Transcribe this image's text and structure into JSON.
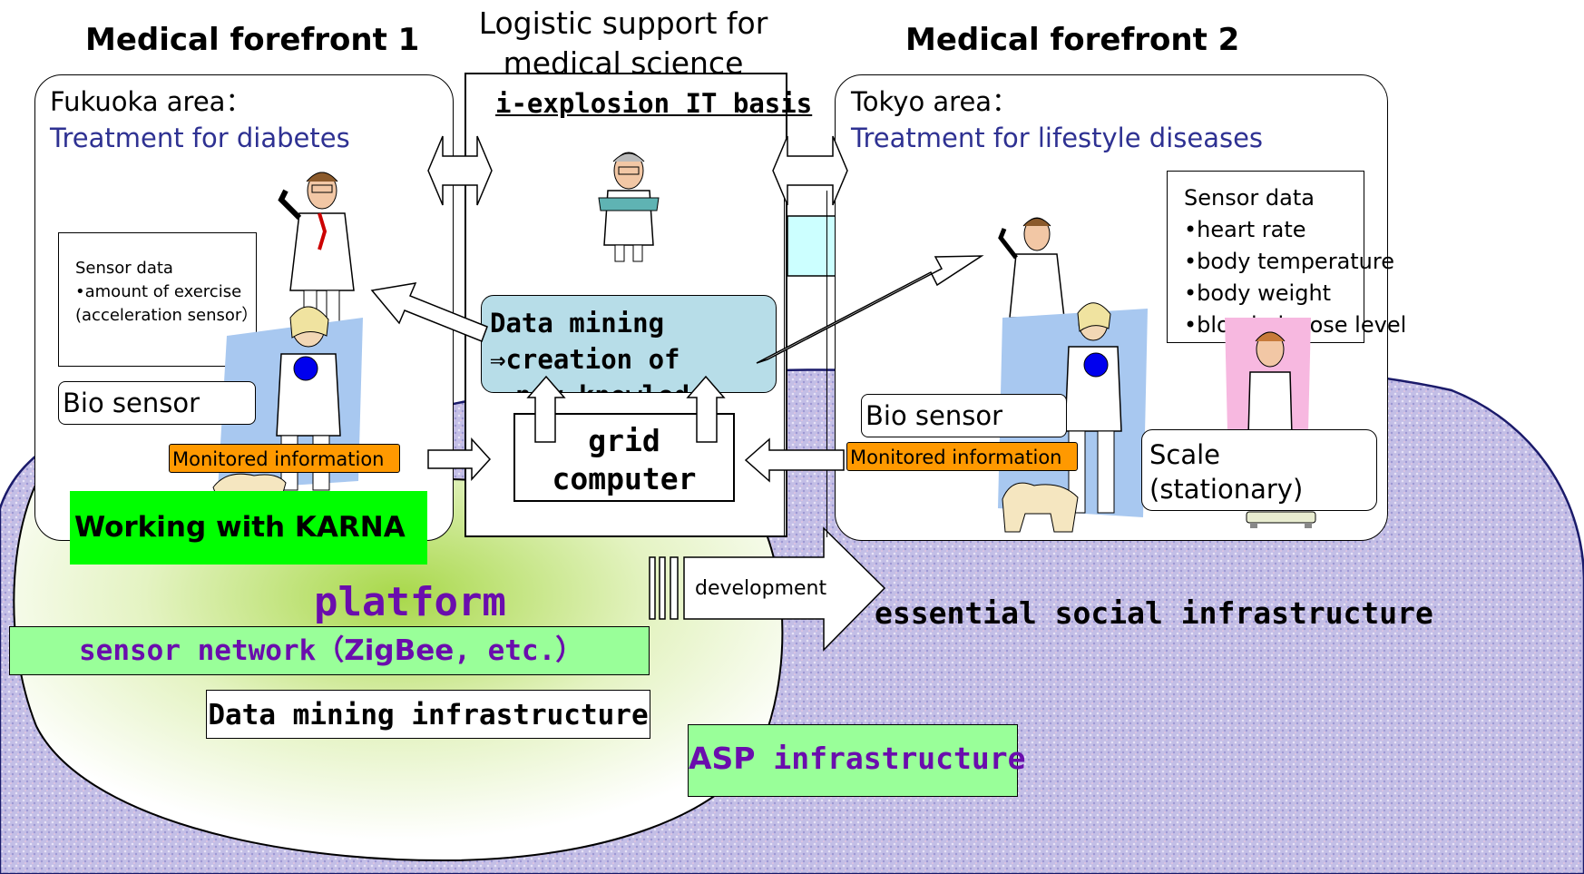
{
  "header": {
    "title_left": "Medical forefront 1",
    "title_center_line1": "Logistic support for",
    "title_center_line2": "medical science",
    "title_right": "Medical forefront 2"
  },
  "left_panel": {
    "area": "Fukuoka area：",
    "treatment": "Treatment for diabetes",
    "sensor_heading": "Sensor data",
    "sensor_items": [
      "•amount of exercise",
      "(acceleration sensor）"
    ],
    "bio_sensor": "Bio sensor",
    "monitored": "Monitored information",
    "karna": "Working with KARNA"
  },
  "center_panel": {
    "basis": "i-explosion IT basis",
    "mining_line1": "Data mining",
    "mining_line2": "⇒creation of",
    "mining_line3": "new knowledge",
    "grid_line1": "grid",
    "grid_line2": "computer"
  },
  "right_panel": {
    "area": "Tokyo area：",
    "treatment": "Treatment for lifestyle diseases",
    "sensor_heading": "Sensor data",
    "sensor_items": [
      "•heart rate",
      "•body temperature",
      "•body weight",
      "•blood glucose level"
    ],
    "bio_sensor": "Bio sensor",
    "monitored": "Monitored information",
    "scale_line1": "Scale",
    "scale_line2": "(stationary)"
  },
  "bottom": {
    "platform": "platform",
    "sensor_network_a": "sensor network（",
    "sensor_network_b": "ZigBee",
    "sensor_network_c": ", etc.）",
    "data_mining_infra": "Data mining infrastructure",
    "development": "development",
    "essential": "essential social infrastructure",
    "asp_a": "ASP",
    "asp_b": " infrastructure"
  },
  "colors": {
    "blue_text": "#2e3192",
    "purple_text": "#6a0dad",
    "karna_green": "#00ff00",
    "monitored_orange": "#ff9900",
    "sensor_net_green": "#99ff99",
    "mining_teal": "#b7dde8",
    "arrow_cyan": "#ccffff",
    "stipple": "#b9b4e2"
  },
  "icons": [
    "doctor-icon",
    "professor-icon",
    "woman-jogging-icon",
    "dog-icon",
    "woman-bathrobe-icon",
    "scale-icon"
  ]
}
